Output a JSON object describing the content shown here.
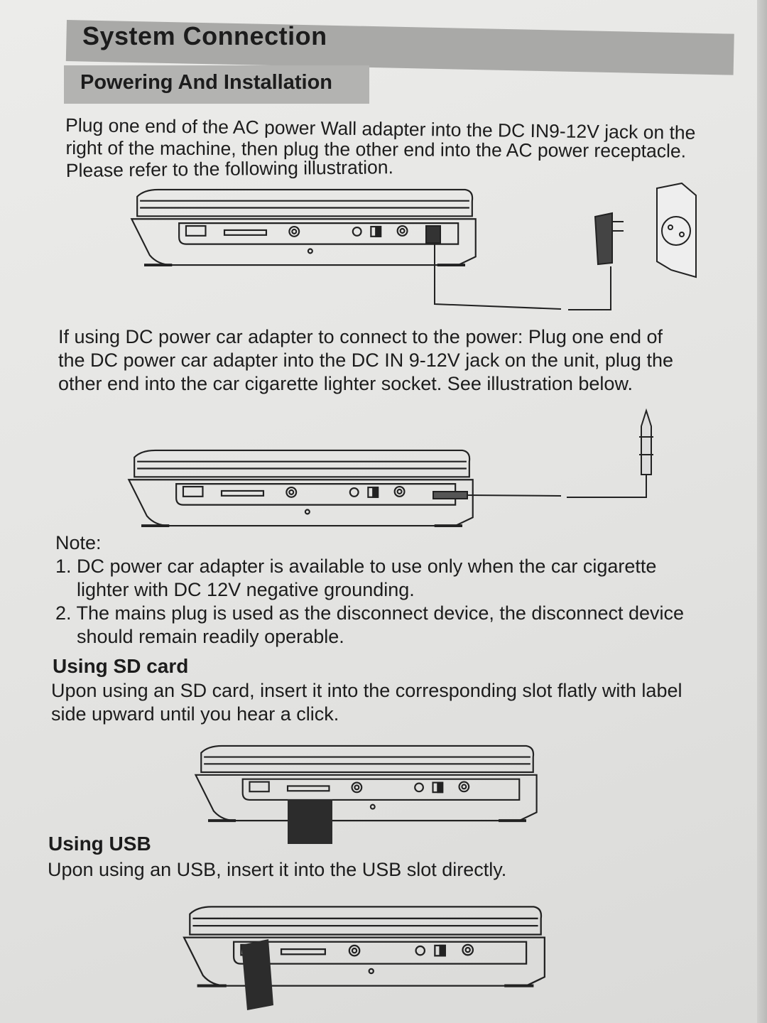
{
  "header": {
    "title": "System Connection",
    "subtitle": "Powering And Installation"
  },
  "paragraphs": {
    "ac": [
      "Plug one end of the AC power Wall adapter into the DC IN9-12V jack on the",
      "right of the machine, then plug the other end into the AC power receptacle.",
      "Please refer to the following illustration."
    ],
    "dc": [
      "If using DC power car adapter to connect to the power: Plug one end of",
      "the DC power car adapter into the DC IN 9-12V jack on the unit, plug the",
      "other end into the car cigarette lighter socket. See illustration below."
    ]
  },
  "note": {
    "label": "Note:",
    "items": [
      [
        "1. DC power car adapter is available to use only when the car cigarette",
        "lighter with DC 12V negative grounding."
      ],
      [
        "2. The mains plug is used as the disconnect device, the disconnect device",
        "should remain readily operable."
      ]
    ]
  },
  "sd": {
    "heading": "Using SD card",
    "text": [
      "Upon using an SD card, insert it into the corresponding slot flatly with label",
      "side upward until you hear a click."
    ]
  },
  "usb": {
    "heading": "Using USB",
    "text": [
      "Upon using an USB, insert it into the USB slot directly."
    ]
  },
  "colors": {
    "paper": "#e8e8e6",
    "header_bar": "#a9a9a7",
    "ink": "#1c1c1c"
  }
}
